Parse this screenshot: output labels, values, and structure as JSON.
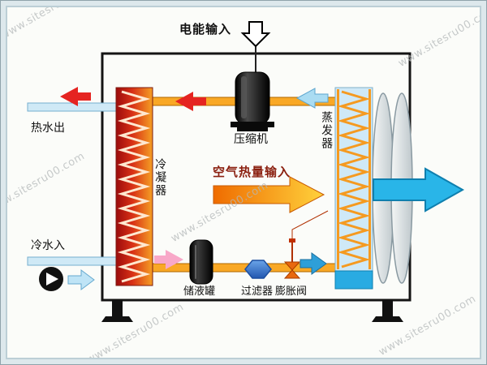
{
  "watermark": {
    "text": "www.sitesru00.com"
  },
  "labels": {
    "electric_input": "电能输入",
    "hot_water_out": "热水出",
    "cold_water_in": "冷水入",
    "condenser": "冷凝器",
    "compressor": "压缩机",
    "evaporator": "蒸发器",
    "air_heat_input": "空气热量输入",
    "storage_tank": "储液罐",
    "filter": "过滤器",
    "expansion_valve": "膨胀阀"
  },
  "colors": {
    "pipe_orange": "#f9a825",
    "water_pipe_blue": "#cfe9f6",
    "condenser_red": "#d83016",
    "evaporator_blue": "#cfe9f7",
    "evaporator_band_cyan": "#29abe2",
    "big_arrow_cyan": "#29b5e8",
    "red_arrow": "#e52421",
    "pink_arrow": "#f8a8c8",
    "air_arrow_orange": "#ef6c00",
    "filter_blue": "#3d7ed2",
    "heat_label_red": "#8b2010",
    "frame_black": "#141414"
  }
}
